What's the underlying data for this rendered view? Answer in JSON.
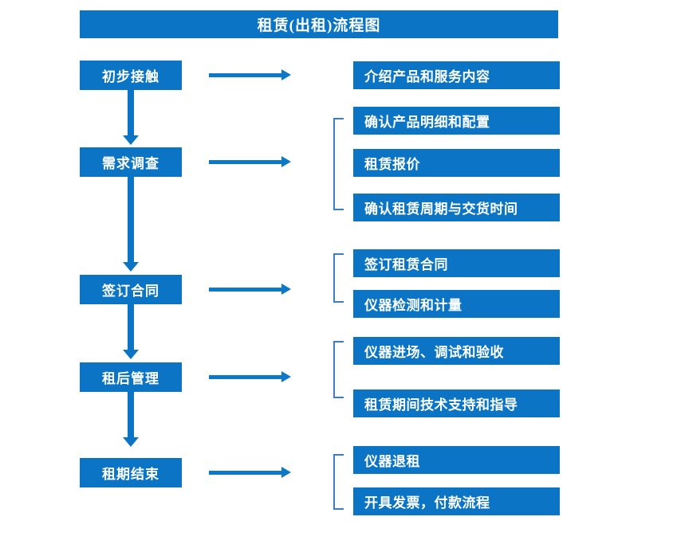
{
  "diagram": {
    "title": "租赁(出租)流程图",
    "colors": {
      "primary_blue": "#0b74c4",
      "arrow_blue": "#0d78c8",
      "bracket_blue": "#3d7ebf",
      "text_on_fill": "#ffffff",
      "background": "#ffffff"
    },
    "stages": [
      {
        "label": "初步接触",
        "details": [
          "介绍产品和服务内容"
        ],
        "bracketed": false
      },
      {
        "label": "需求调查",
        "details": [
          "确认产品明细和配置",
          "租赁报价",
          "确认租赁周期与交货时间"
        ],
        "bracketed": true
      },
      {
        "label": "签订合同",
        "details": [
          "签订租赁合同",
          "仪器检测和计量"
        ],
        "bracketed": true
      },
      {
        "label": "租后管理",
        "details": [
          "仪器进场、调试和验收",
          "租赁期间技术支持和指导"
        ],
        "bracketed": true
      },
      {
        "label": "租期结束",
        "details": [
          "仪器退租",
          "开具发票，付款流程"
        ],
        "bracketed": true
      }
    ]
  },
  "nodes": {
    "stage_0": "初步接触",
    "stage_1": "需求调查",
    "stage_2": "签订合同",
    "stage_3": "租后管理",
    "stage_4": "租期结束",
    "detail_0_0": "介绍产品和服务内容",
    "detail_1_0": "确认产品明细和配置",
    "detail_1_1": "租赁报价",
    "detail_1_2": "确认租赁周期与交货时间",
    "detail_2_0": "签订租赁合同",
    "detail_2_1": "仪器检测和计量",
    "detail_3_0": "仪器进场、调试和验收",
    "detail_3_1": "租赁期间技术支持和指导",
    "detail_4_0": "仪器退租",
    "detail_4_1": "开具发票，付款流程"
  }
}
